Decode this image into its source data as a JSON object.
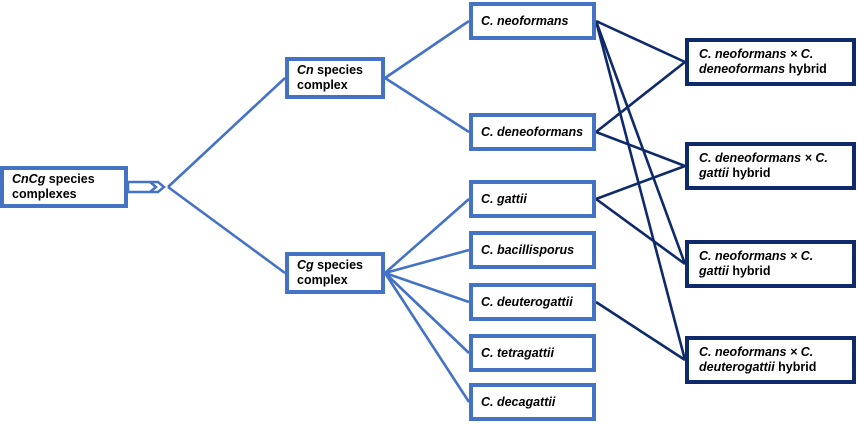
{
  "colors": {
    "light_blue": "#4472c4",
    "dark_navy": "#0f2a6b"
  },
  "nodes": {
    "root": {
      "italic": "CnCg",
      "text": " species complexes"
    },
    "cn_complex": {
      "italic": "Cn",
      "text": " species complex"
    },
    "cg_complex": {
      "italic": "Cg",
      "text": " species complex"
    },
    "neoformans": {
      "italic": "C. neoformans",
      "text": ""
    },
    "deneoformans": {
      "italic": "C. deneoformans",
      "text": ""
    },
    "gattii": {
      "italic": "C. gattii",
      "text": ""
    },
    "bacillisporus": {
      "italic": "C. bacillisporus",
      "text": ""
    },
    "deuterogattii": {
      "italic": "C. deuterogattii",
      "text": ""
    },
    "tetragattii": {
      "italic": "C. tetragattii",
      "text": ""
    },
    "decagattii": {
      "italic": "C. decagattii",
      "text": ""
    },
    "hyb_neo_deneo": {
      "italic": "C. neoformans × C. deneoformans",
      "text": " hybrid"
    },
    "hyb_deneo_gat": {
      "italic": "C. deneoformans × C. gattii",
      "text": " hybrid"
    },
    "hyb_neo_gat": {
      "italic": "C. neoformans × C. gattii",
      "text": " hybrid"
    },
    "hyb_neo_deut": {
      "italic": "C. neoformans × C. deuterogattii",
      "text": " hybrid"
    }
  },
  "edges": [
    {
      "from": "root",
      "to": "cn_complex",
      "color": "light_blue"
    },
    {
      "from": "root",
      "to": "cg_complex",
      "color": "light_blue"
    },
    {
      "from": "cn_complex",
      "to": "neoformans",
      "color": "light_blue"
    },
    {
      "from": "cn_complex",
      "to": "deneoformans",
      "color": "light_blue"
    },
    {
      "from": "cg_complex",
      "to": "gattii",
      "color": "light_blue"
    },
    {
      "from": "cg_complex",
      "to": "bacillisporus",
      "color": "light_blue"
    },
    {
      "from": "cg_complex",
      "to": "deuterogattii",
      "color": "light_blue"
    },
    {
      "from": "cg_complex",
      "to": "tetragattii",
      "color": "light_blue"
    },
    {
      "from": "cg_complex",
      "to": "decagattii",
      "color": "light_blue"
    },
    {
      "from": "neoformans",
      "to": "hyb_neo_deneo",
      "color": "dark_navy"
    },
    {
      "from": "neoformans",
      "to": "hyb_neo_gat",
      "color": "dark_navy"
    },
    {
      "from": "neoformans",
      "to": "hyb_neo_deut",
      "color": "dark_navy"
    },
    {
      "from": "deneoformans",
      "to": "hyb_neo_deneo",
      "color": "dark_navy"
    },
    {
      "from": "deneoformans",
      "to": "hyb_deneo_gat",
      "color": "dark_navy"
    },
    {
      "from": "gattii",
      "to": "hyb_deneo_gat",
      "color": "dark_navy"
    },
    {
      "from": "gattii",
      "to": "hyb_neo_gat",
      "color": "dark_navy"
    },
    {
      "from": "deuterogattii",
      "to": "hyb_neo_deut",
      "color": "dark_navy"
    }
  ]
}
